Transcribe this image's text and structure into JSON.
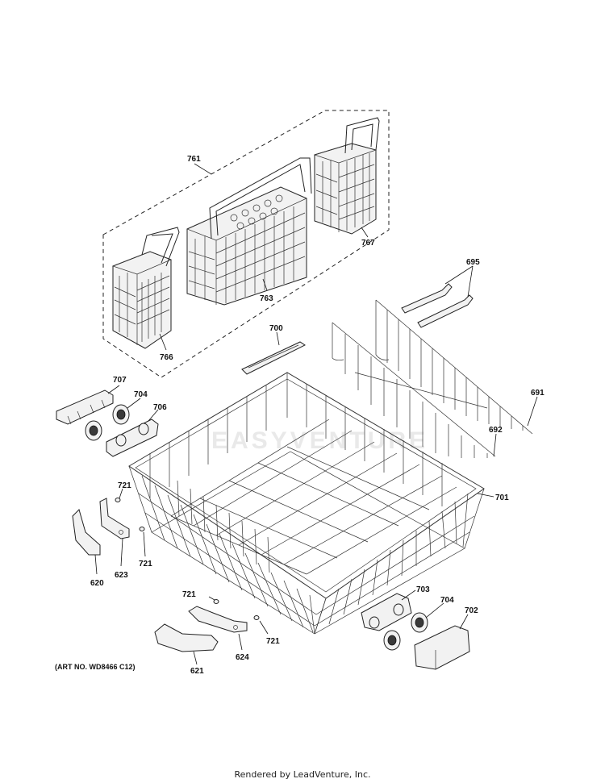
{
  "diagram": {
    "watermark": "EASYVENTURE",
    "art_number": "(ART NO. WD8466 C12)",
    "footer": "Rendered by LeadVenture, Inc.",
    "callouts": {
      "p761": "761",
      "p763": "763",
      "p766": "766",
      "p767": "767",
      "p695": "695",
      "p700": "700",
      "p707": "707",
      "p704a": "704",
      "p706": "706",
      "p691": "691",
      "p692": "692",
      "p721a": "721",
      "p701": "701",
      "p620": "620",
      "p623": "623",
      "p721b": "721",
      "p703": "703",
      "p704b": "704",
      "p702": "702",
      "p721c": "721",
      "p721d": "721",
      "p621": "621",
      "p624": "624"
    }
  }
}
